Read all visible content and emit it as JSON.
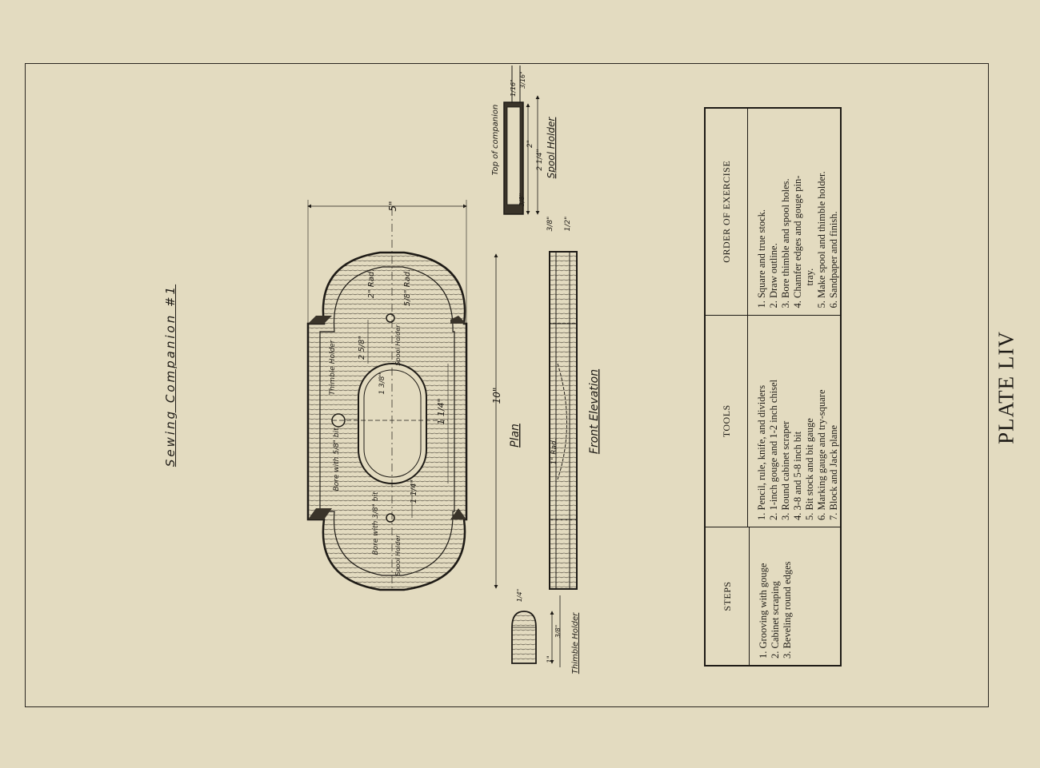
{
  "plate_title": "PLATE LIV",
  "drawing_title": "Sewing Companion #1",
  "labels": {
    "plan": "Plan",
    "front_elevation": "Front Elevation",
    "spool_holder": "Spool Holder",
    "thimble_holder": "Thimble Holder",
    "top_of_companion": "Top of companion",
    "bore_5_8": "Bore with 5/8\" bit",
    "bore_3_8": "Bore with 3/8\" bit",
    "thimble_holder_callout": "Thimble Holder",
    "spool_holder_callout_1": "Spool Holder",
    "spool_holder_callout_2": "Spool Holder",
    "rad_2": "2\" Rad.",
    "rad_5_8": "5/8\" Rad.",
    "rad_1": "1\" Rad."
  },
  "dimensions": {
    "length": "10\"",
    "width": "5\"",
    "slot_length": "1 1/4\"",
    "slot_offset": "1 1/4\"",
    "hole_offset": "2 5/8\"",
    "slot_width": "1 3/8\"",
    "spool_2": "2\"",
    "spool_2_1_4": "2 1/4\"",
    "spool_3_8": "3/8\"",
    "spool_1_16": "1/16\"",
    "spool_3_16": "3/16\"",
    "elev_3_8": "3/8\"",
    "elev_1_2": "1/2\"",
    "thimble_1": "1\"",
    "thimble_3_8": "3/8\"",
    "thimble_1_4": "1/4\""
  },
  "table": {
    "headers": {
      "steps": "STEPS",
      "tools": "TOOLS",
      "order": "ORDER OF EXERCISE"
    },
    "steps": [
      "1. Grooving with gouge",
      "2. Cabinet scraping",
      "3. Beveling round edges"
    ],
    "tools": [
      "1. Pencil, rule, knife, and dividers",
      "2. 1-inch gouge and 1-2 inch chisel",
      "3. Round cabinet scraper",
      "4. 3-8 and 5-8 inch bit",
      "5. Bit stock and bit gauge",
      "6. Marking gauge and try-square",
      "7. Block and Jack plane"
    ],
    "order": [
      "1. Square and true stock.",
      "2. Draw outline.",
      "3. Bore thimble and spool holes.",
      "4. Chamfer edges and gouge pin-",
      "tray.",
      "5. Make spool and thimble holder.",
      "6. Sandpaper and finish."
    ]
  }
}
